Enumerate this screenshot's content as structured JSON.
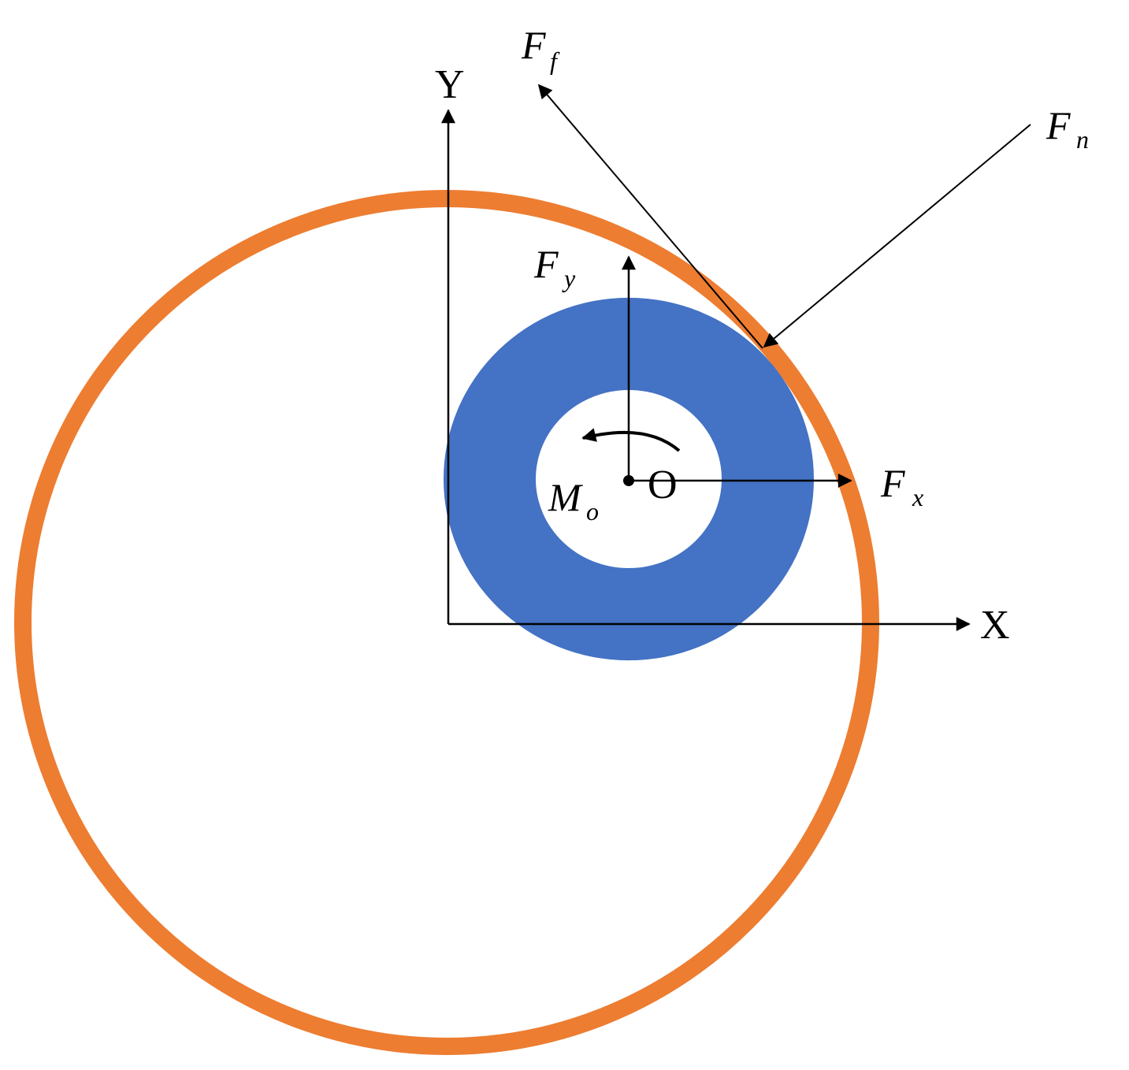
{
  "colors": {
    "housing": "#ED7D31",
    "rotor": "#4472C4",
    "line": "#000000",
    "background": "#FFFFFF"
  },
  "labels": {
    "y_axis": "Y",
    "x_axis": "X",
    "origin": "O",
    "friction_force": {
      "main": "F",
      "sub": "f"
    },
    "normal_force": {
      "main": "F",
      "sub": "n"
    },
    "force_y": {
      "main": "F",
      "sub": "y"
    },
    "force_x": {
      "main": "F",
      "sub": "x"
    },
    "moment": {
      "main": "M",
      "sub": "o"
    }
  }
}
